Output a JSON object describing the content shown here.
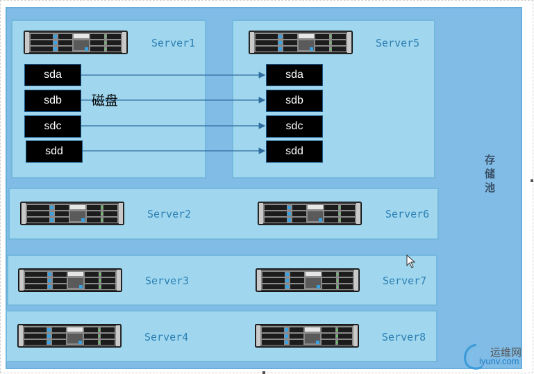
{
  "pool": {
    "label": "存储池"
  },
  "servers": {
    "s1": "Server1",
    "s2": "Server2",
    "s3": "Server3",
    "s4": "Server4",
    "s5": "Server5",
    "s6": "Server6",
    "s7": "Server7",
    "s8": "Server8"
  },
  "disks": {
    "source": [
      "sda",
      "sdb",
      "sdc",
      "sdd"
    ],
    "target": [
      "sda",
      "sdb",
      "sdc",
      "sdd"
    ]
  },
  "disk_label": "磁盘",
  "watermark": {
    "cn": "运维网",
    "en": "iyunv.com"
  },
  "colors": {
    "pool": "#80bce6",
    "panel": "#a0d7ee",
    "arrow": "#2f6da0",
    "label": "#2c7fb4"
  }
}
